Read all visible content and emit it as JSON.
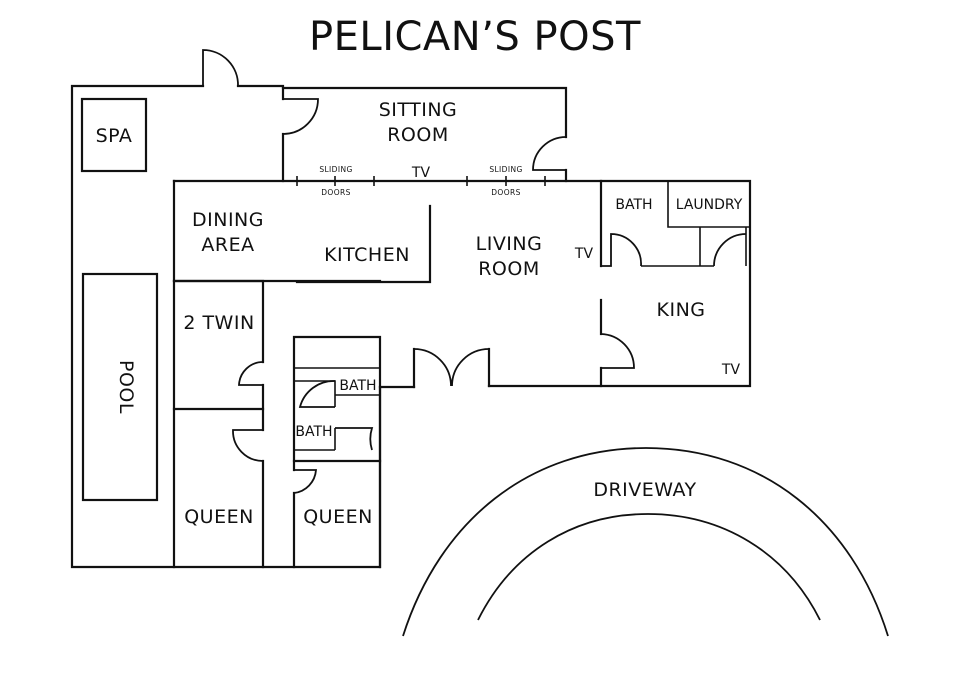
{
  "title": "PELICAN’S POST",
  "rooms": {
    "spa": "SPA",
    "pool": "POOL",
    "sitting_room_line1": "SITTING",
    "sitting_room_line2": "ROOM",
    "dining_line1": "DINING",
    "dining_line2": "AREA",
    "kitchen": "KITCHEN",
    "living_line1": "LIVING",
    "living_line2": "ROOM",
    "bath_top": "BATH",
    "laundry": "LAUNDRY",
    "king": "KING",
    "twin": "2 TWIN",
    "bath_mid": "BATH",
    "bath_low": "BATH",
    "queen_left": "QUEEN",
    "queen_right": "QUEEN",
    "driveway": "DRIVEWAY"
  },
  "fixtures": {
    "tv_sitting": "TV",
    "tv_living": "TV",
    "tv_king": "TV",
    "sliding_doors_left_1": "SLIDING",
    "sliding_doors_left_2": "DOORS",
    "sliding_doors_right_1": "SLIDING",
    "sliding_doors_right_2": "DOORS"
  }
}
